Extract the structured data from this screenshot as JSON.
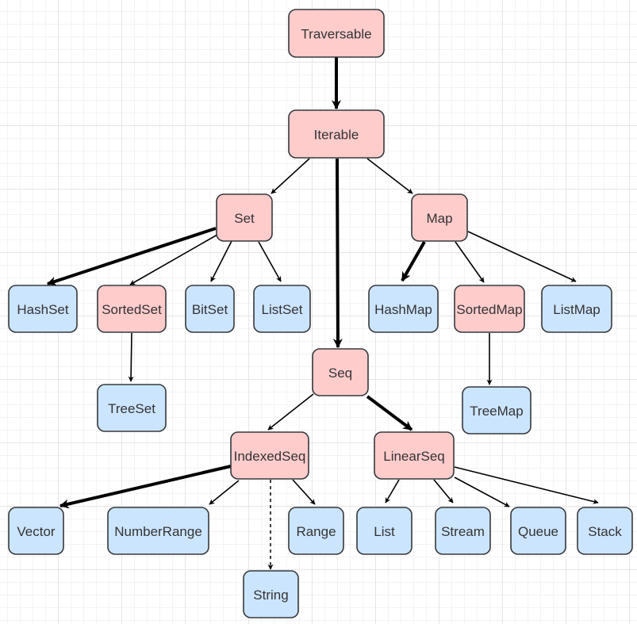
{
  "diagram": {
    "colors": {
      "abstract_fill": "#ffcccc",
      "concrete_fill": "#cce5ff",
      "stroke": "#36393d",
      "edge": "#000000"
    },
    "nodes": [
      {
        "id": "traversable",
        "label": "Traversable",
        "kind": "abstract"
      },
      {
        "id": "iterable",
        "label": "Iterable",
        "kind": "abstract"
      },
      {
        "id": "set",
        "label": "Set",
        "kind": "abstract"
      },
      {
        "id": "map",
        "label": "Map",
        "kind": "abstract"
      },
      {
        "id": "seq",
        "label": "Seq",
        "kind": "abstract"
      },
      {
        "id": "hashset",
        "label": "HashSet",
        "kind": "concrete"
      },
      {
        "id": "sortedset",
        "label": "SortedSet",
        "kind": "abstract"
      },
      {
        "id": "bitset",
        "label": "BitSet",
        "kind": "concrete"
      },
      {
        "id": "listset",
        "label": "ListSet",
        "kind": "concrete"
      },
      {
        "id": "hashmap",
        "label": "HashMap",
        "kind": "concrete"
      },
      {
        "id": "sortedmap",
        "label": "SortedMap",
        "kind": "abstract"
      },
      {
        "id": "listmap",
        "label": "ListMap",
        "kind": "concrete"
      },
      {
        "id": "treeset",
        "label": "TreeSet",
        "kind": "concrete"
      },
      {
        "id": "treemap",
        "label": "TreeMap",
        "kind": "concrete"
      },
      {
        "id": "indexedseq",
        "label": "IndexedSeq",
        "kind": "abstract"
      },
      {
        "id": "linearseq",
        "label": "LinearSeq",
        "kind": "abstract"
      },
      {
        "id": "vector",
        "label": "Vector",
        "kind": "concrete"
      },
      {
        "id": "numberrange",
        "label": "NumberRange",
        "kind": "concrete"
      },
      {
        "id": "range",
        "label": "Range",
        "kind": "concrete"
      },
      {
        "id": "string",
        "label": "String",
        "kind": "concrete"
      },
      {
        "id": "list",
        "label": "List",
        "kind": "concrete"
      },
      {
        "id": "stream",
        "label": "Stream",
        "kind": "concrete"
      },
      {
        "id": "queue",
        "label": "Queue",
        "kind": "concrete"
      },
      {
        "id": "stack",
        "label": "Stack",
        "kind": "concrete"
      }
    ],
    "edges": [
      {
        "from": "traversable",
        "to": "iterable",
        "style": "bold"
      },
      {
        "from": "iterable",
        "to": "set",
        "style": "normal"
      },
      {
        "from": "iterable",
        "to": "seq",
        "style": "bold"
      },
      {
        "from": "iterable",
        "to": "map",
        "style": "normal"
      },
      {
        "from": "set",
        "to": "hashset",
        "style": "bold"
      },
      {
        "from": "set",
        "to": "sortedset",
        "style": "normal"
      },
      {
        "from": "set",
        "to": "bitset",
        "style": "normal"
      },
      {
        "from": "set",
        "to": "listset",
        "style": "normal"
      },
      {
        "from": "map",
        "to": "hashmap",
        "style": "bold"
      },
      {
        "from": "map",
        "to": "sortedmap",
        "style": "normal"
      },
      {
        "from": "map",
        "to": "listmap",
        "style": "normal"
      },
      {
        "from": "sortedset",
        "to": "treeset",
        "style": "normal"
      },
      {
        "from": "sortedmap",
        "to": "treemap",
        "style": "normal"
      },
      {
        "from": "seq",
        "to": "indexedseq",
        "style": "normal"
      },
      {
        "from": "seq",
        "to": "linearseq",
        "style": "bold"
      },
      {
        "from": "indexedseq",
        "to": "vector",
        "style": "bold"
      },
      {
        "from": "indexedseq",
        "to": "numberrange",
        "style": "normal"
      },
      {
        "from": "indexedseq",
        "to": "string",
        "style": "dashed"
      },
      {
        "from": "indexedseq",
        "to": "range",
        "style": "normal"
      },
      {
        "from": "linearseq",
        "to": "list",
        "style": "normal"
      },
      {
        "from": "linearseq",
        "to": "stream",
        "style": "normal"
      },
      {
        "from": "linearseq",
        "to": "queue",
        "style": "normal"
      },
      {
        "from": "linearseq",
        "to": "stack",
        "style": "normal"
      }
    ]
  }
}
